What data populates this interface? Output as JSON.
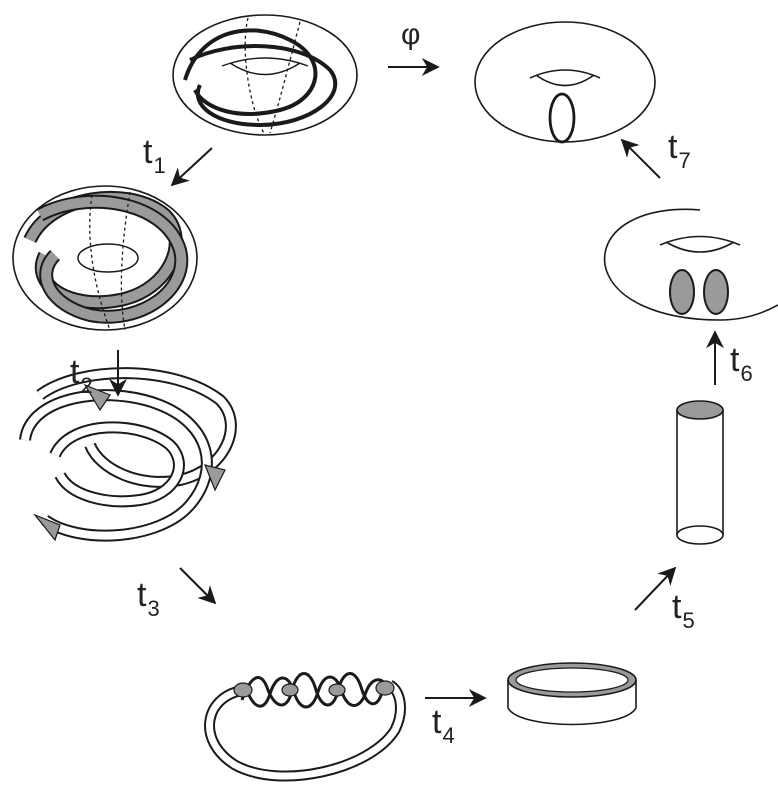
{
  "labels": {
    "phi": "φ",
    "t1": {
      "base": "t",
      "sub": "1"
    },
    "t2": {
      "base": "t",
      "sub": "2"
    },
    "t3": {
      "base": "t",
      "sub": "3"
    },
    "t4": {
      "base": "t",
      "sub": "4"
    },
    "t5": {
      "base": "t",
      "sub": "5"
    },
    "t6": {
      "base": "t",
      "sub": "6"
    },
    "t7": {
      "base": "t",
      "sub": "7"
    }
  },
  "colors": {
    "ink": "#1a1a1a",
    "shade": "#9a9a9a",
    "paper": "#ffffff"
  }
}
